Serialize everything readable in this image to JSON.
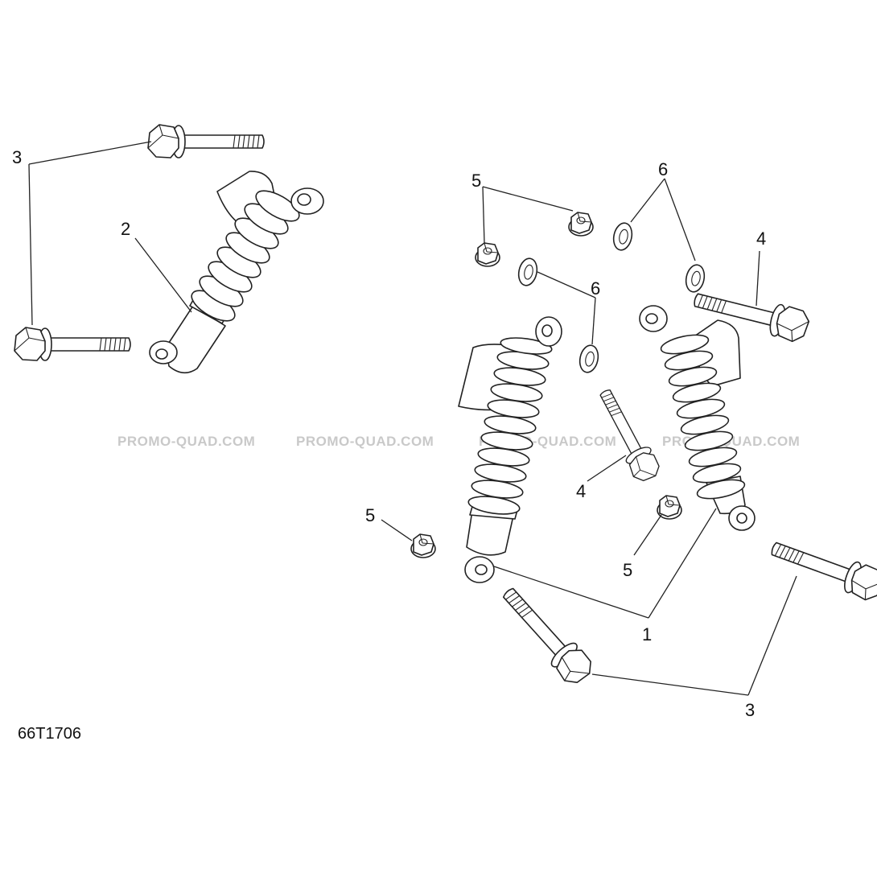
{
  "diagram": {
    "code": "66T1706",
    "watermark": "PROMO-QUAD.COM",
    "callouts": {
      "c1": "1",
      "c2": "2",
      "c3a": "3",
      "c3b": "3",
      "c4a": "4",
      "c4b": "4",
      "c5a": "5",
      "c5b": "5",
      "c5c": "5",
      "c6a": "6",
      "c6b": "6"
    }
  }
}
